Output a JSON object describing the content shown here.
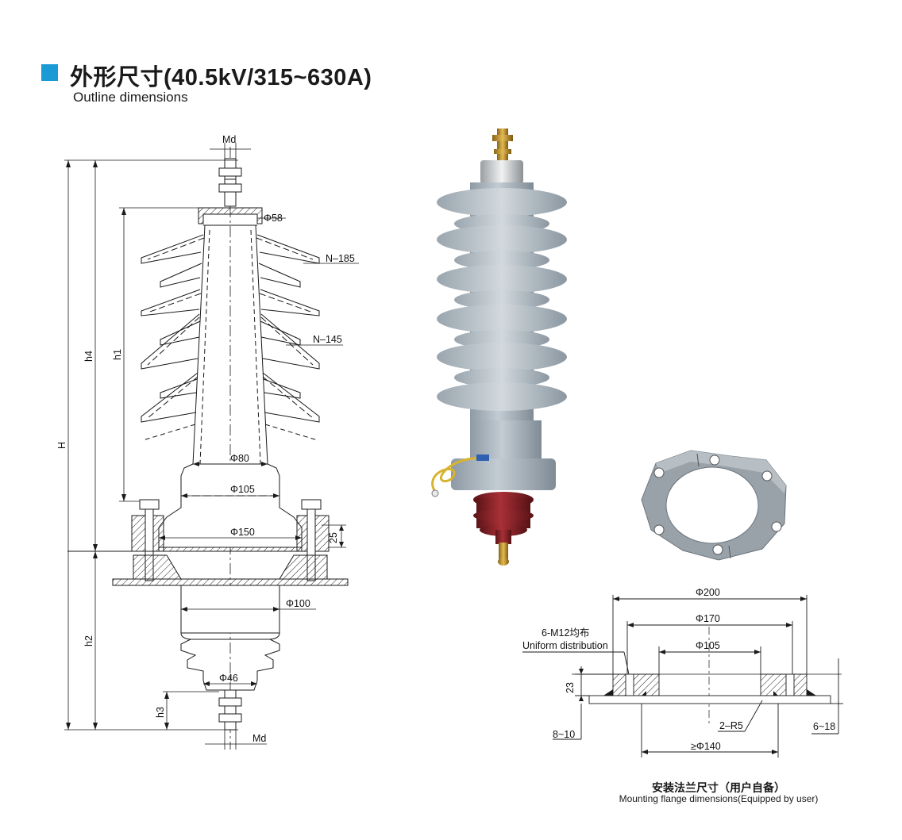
{
  "header": {
    "title": "外形尺寸(40.5kV/315~630A)",
    "subtitle": "Outline dimensions",
    "accent_color": "#1b9ad6"
  },
  "drawing": {
    "labels": {
      "md_top": "Md",
      "phi58": "Φ58",
      "n185": "N–185",
      "n145": "N–145",
      "h": "H",
      "h4": "h4",
      "h1": "h1",
      "phi80": "Φ80",
      "phi105": "Φ105",
      "phi150": "Φ150",
      "dim25": "25",
      "phi100": "Φ100",
      "h2": "h2",
      "phi46": "Φ46",
      "h3": "h3",
      "md_bottom": "Md"
    }
  },
  "flange": {
    "labels": {
      "phi200": "Φ200",
      "phi170": "Φ170",
      "phi105": "Φ105",
      "holes_cn": "6-M12均布",
      "holes_en": "Uniform distribution",
      "dim23": "23",
      "r5": "2–R5",
      "dim6_18": "6~18",
      "dim8_10": "8~10",
      "phi140": "≥Φ140"
    },
    "caption_cn": "安装法兰尺寸（用户自备）",
    "caption_en": "Mounting flange dimensions(Equipped by user)"
  },
  "colors": {
    "housing": "#a9b4bd",
    "base_red": "#7a1e22",
    "terminal": "#c99a2e",
    "line": "#1a1a1a"
  }
}
